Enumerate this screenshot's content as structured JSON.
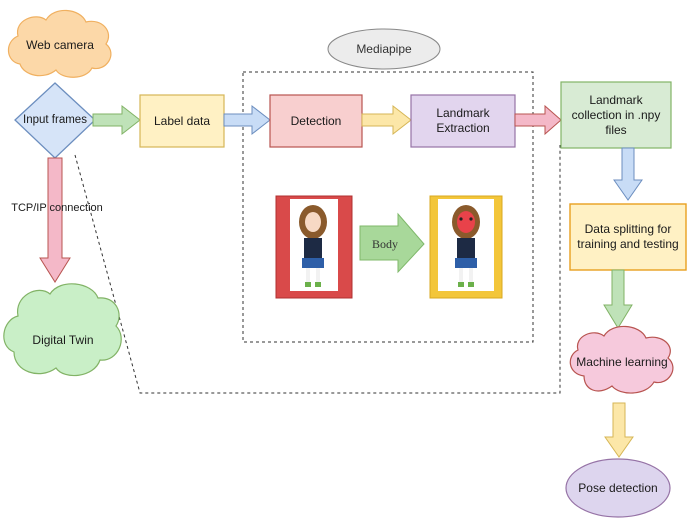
{
  "nodes": {
    "web_camera": "Web camera",
    "input_frames": "Input frames",
    "label_data": "Label data",
    "mediapipe": "Mediapipe",
    "detection": "Detection",
    "landmark_extraction": "Landmark Extraction",
    "landmark_collection": "Landmark collection in .npy files",
    "data_splitting": "Data splitting for training and testing",
    "machine_learning": "Machine learning",
    "pose_detection": "Pose detection",
    "digital_twin": "Digital Twin"
  },
  "edges": {
    "tcp_ip": "TCP/IP connection",
    "body": "Body"
  },
  "colors": {
    "orange_cloud": "#fcd8a8",
    "blue_diamond": "#d6e4f8",
    "yellow_box": "#fff1c4",
    "pink_box": "#f8cfcf",
    "purple_box": "#e2d5ee",
    "green_box": "#d8ebd4",
    "pink_cloud": "#f6c9dc",
    "lavender_ellipse": "#ddd5ee",
    "green_cloud": "#c9efc7"
  }
}
